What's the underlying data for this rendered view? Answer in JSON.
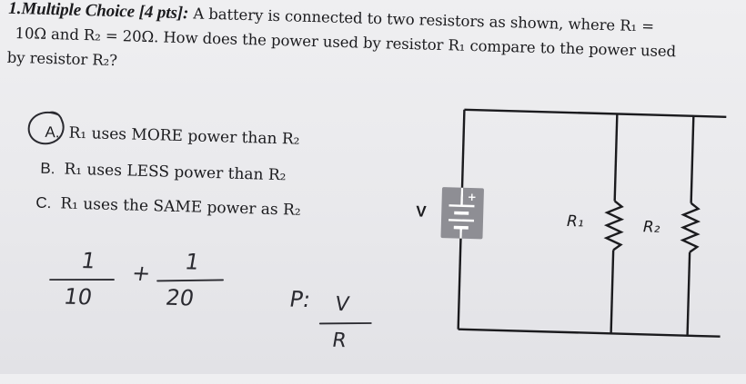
{
  "question": {
    "number": "1.",
    "heading": "Multiple Choice [4 pts]:",
    "line1_rest": "A battery is connected to two resistors as shown, where R₁ =",
    "line2": "10Ω and R₂ = 20Ω. How does the power used by resistor R₁ compare to the power used",
    "line3": "by resistor R₂?"
  },
  "options": [
    {
      "letter": "A.",
      "text": "R₁ uses MORE power than R₂"
    },
    {
      "letter": "B.",
      "text": "R₁ uses LESS power than R₂"
    },
    {
      "letter": "C.",
      "text": "R₁ uses the SAME power as R₂"
    }
  ],
  "circuit": {
    "battery_label": "V",
    "resistor1_label": "R₁",
    "resistor2_label": "R₂",
    "plus_sign": "+"
  },
  "handwriting": {
    "frac1_num": "1",
    "frac1_den": "10",
    "plus": "+",
    "frac2_num": "1",
    "frac2_den": "20",
    "p_expr": "P:",
    "p_num": "V",
    "p_den": "R"
  }
}
